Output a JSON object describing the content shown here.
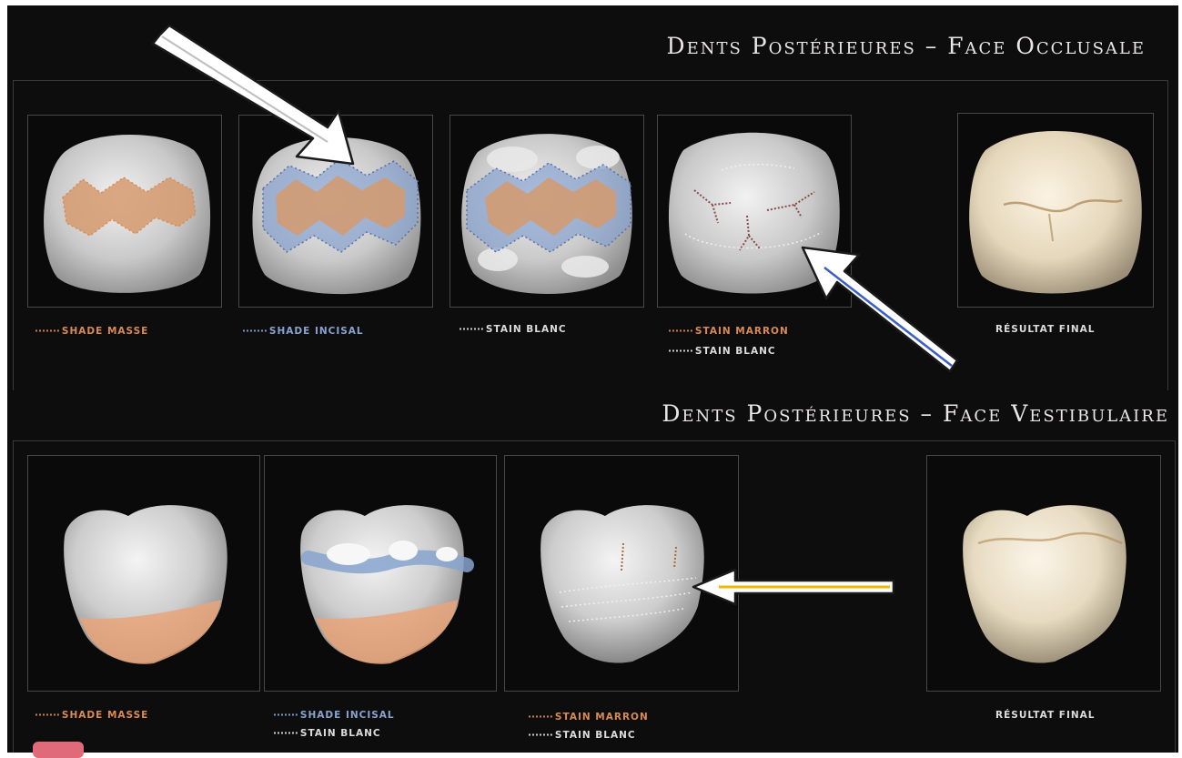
{
  "sections": {
    "occlusal": {
      "title": "Dents Postérieures – Face Occlusale",
      "captions": [
        {
          "dots": "·······",
          "text": "Shade Masse",
          "color": "orange"
        },
        {
          "dots": "·······",
          "text": "Shade Incisal",
          "color": "blue"
        },
        {
          "dots": "·······",
          "text": "Stain Blanc",
          "color": "white"
        },
        {
          "dots": "·······",
          "text": "Stain Marron",
          "color": "orange"
        },
        {
          "dots": "·······",
          "text": "Stain Blanc",
          "color": "white"
        },
        {
          "dots": "",
          "text": "Résultat final",
          "color": "white"
        }
      ]
    },
    "vestibulaire": {
      "title": "Dents Postérieures – Face Vestibulaire",
      "captions": [
        {
          "dots": "·······",
          "text": "Shade Masse",
          "color": "orange"
        },
        {
          "dots": "·······",
          "text": "Shade Incisal",
          "color": "blue"
        },
        {
          "dots": "·······",
          "text": "Stain Blanc",
          "color": "white"
        },
        {
          "dots": "·······",
          "text": "Stain Marron",
          "color": "orange"
        },
        {
          "dots": "·······",
          "text": "Stain Blanc",
          "color": "white"
        },
        {
          "dots": "",
          "text": "Résultat final",
          "color": "white"
        }
      ]
    }
  },
  "colors": {
    "background": "#0e0d0e",
    "shade_masse": "#d98a52",
    "shade_incisal": "#88a3cf",
    "stain_blanc": "#dcdcdc",
    "arrow_blue": "#3a5fc8",
    "arrow_yellow": "#f2b705"
  },
  "icons": [
    "arrow-pointer-icon",
    "tooth-icon"
  ]
}
